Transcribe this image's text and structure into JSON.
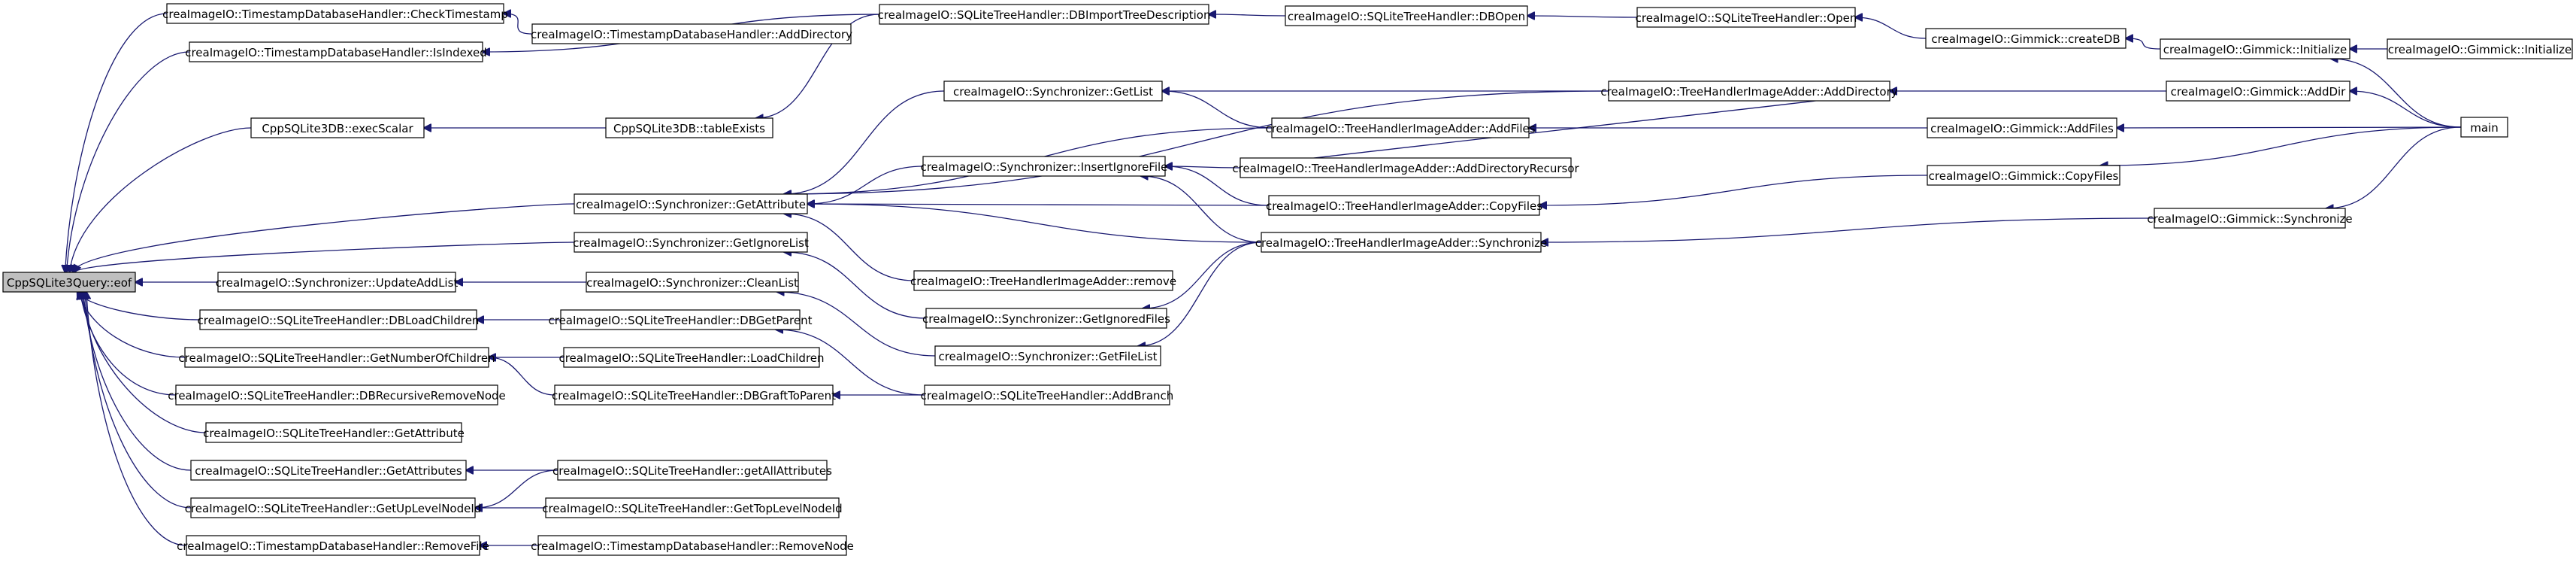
{
  "graph": {
    "nodes": [
      {
        "id": "eof",
        "label": "CppSQLite3Query::eof",
        "root": true
      },
      {
        "id": "checkTimestamp",
        "label": "creaImageIO::TimestampDatabaseHandler::CheckTimestamp"
      },
      {
        "id": "tsAddDirectory",
        "label": "creaImageIO::TimestampDatabaseHandler::AddDirectory"
      },
      {
        "id": "isIndexed",
        "label": "creaImageIO::TimestampDatabaseHandler::IsIndexed"
      },
      {
        "id": "execScalar",
        "label": "CppSQLite3DB::execScalar"
      },
      {
        "id": "tableExists",
        "label": "CppSQLite3DB::tableExists"
      },
      {
        "id": "dbImportTree",
        "label": "creaImageIO::SQLiteTreeHandler::DBImportTreeDescription"
      },
      {
        "id": "dbOpen",
        "label": "creaImageIO::SQLiteTreeHandler::DBOpen"
      },
      {
        "id": "open",
        "label": "creaImageIO::SQLiteTreeHandler::Open"
      },
      {
        "id": "createDB",
        "label": "creaImageIO::Gimmick::createDB"
      },
      {
        "id": "gInitialize",
        "label": "creaImageIO::Gimmick::Initialize"
      },
      {
        "id": "gInitialize2",
        "label": "creaImageIO::Gimmick::Initialize"
      },
      {
        "id": "getList",
        "label": "creaImageIO::Synchronizer::GetList"
      },
      {
        "id": "thAddDirectory",
        "label": "creaImageIO::TreeHandlerImageAdder::AddDirectory"
      },
      {
        "id": "addDir",
        "label": "creaImageIO::Gimmick::AddDir"
      },
      {
        "id": "main",
        "label": "main"
      },
      {
        "id": "thAddFiles",
        "label": "creaImageIO::TreeHandlerImageAdder::AddFiles"
      },
      {
        "id": "gAddFiles",
        "label": "creaImageIO::Gimmick::AddFiles"
      },
      {
        "id": "insertIgnore",
        "label": "creaImageIO::Synchronizer::InsertIgnoreFile"
      },
      {
        "id": "addDirRecursor",
        "label": "creaImageIO::TreeHandlerImageAdder::AddDirectoryRecursor"
      },
      {
        "id": "getAttribute",
        "label": "creaImageIO::Synchronizer::GetAttribute"
      },
      {
        "id": "thCopyFiles",
        "label": "creaImageIO::TreeHandlerImageAdder::CopyFiles"
      },
      {
        "id": "gCopyFiles",
        "label": "creaImageIO::Gimmick::CopyFiles"
      },
      {
        "id": "getIgnoreList",
        "label": "creaImageIO::Synchronizer::GetIgnoreList"
      },
      {
        "id": "thSynchronize",
        "label": "creaImageIO::TreeHandlerImageAdder::Synchronize"
      },
      {
        "id": "gSynchronize",
        "label": "creaImageIO::Gimmick::Synchronize"
      },
      {
        "id": "thRemove",
        "label": "creaImageIO::TreeHandlerImageAdder::remove"
      },
      {
        "id": "updateAddList",
        "label": "creaImageIO::Synchronizer::UpdateAddList"
      },
      {
        "id": "cleanList",
        "label": "creaImageIO::Synchronizer::CleanList"
      },
      {
        "id": "getIgnoredFiles",
        "label": "creaImageIO::Synchronizer::GetIgnoredFiles"
      },
      {
        "id": "dbLoadChildren",
        "label": "creaImageIO::SQLiteTreeHandler::DBLoadChildren"
      },
      {
        "id": "dbGetParent",
        "label": "creaImageIO::SQLiteTreeHandler::DBGetParent"
      },
      {
        "id": "getFileList",
        "label": "creaImageIO::Synchronizer::GetFileList"
      },
      {
        "id": "getNumChildren",
        "label": "creaImageIO::SQLiteTreeHandler::GetNumberOfChildren"
      },
      {
        "id": "loadChildren",
        "label": "creaImageIO::SQLiteTreeHandler::LoadChildren"
      },
      {
        "id": "dbRecRemove",
        "label": "creaImageIO::SQLiteTreeHandler::DBRecursiveRemoveNode"
      },
      {
        "id": "dbGraftToParent",
        "label": "creaImageIO::SQLiteTreeHandler::DBGraftToParent"
      },
      {
        "id": "addBranch",
        "label": "creaImageIO::SQLiteTreeHandler::AddBranch"
      },
      {
        "id": "sthGetAttribute",
        "label": "creaImageIO::SQLiteTreeHandler::GetAttribute"
      },
      {
        "id": "getAttributes",
        "label": "creaImageIO::SQLiteTreeHandler::GetAttributes"
      },
      {
        "id": "getAllAttributes",
        "label": "creaImageIO::SQLiteTreeHandler::getAllAttributes"
      },
      {
        "id": "getUpLevel",
        "label": "creaImageIO::SQLiteTreeHandler::GetUpLevelNodeId"
      },
      {
        "id": "getTopLevel",
        "label": "creaImageIO::SQLiteTreeHandler::GetTopLevelNodeId"
      },
      {
        "id": "removeFile",
        "label": "creaImageIO::TimestampDatabaseHandler::RemoveFile"
      },
      {
        "id": "removeNode",
        "label": "creaImageIO::TimestampDatabaseHandler::RemoveNode"
      }
    ],
    "edges": [
      [
        "checkTimestamp",
        "eof"
      ],
      [
        "isIndexed",
        "eof"
      ],
      [
        "execScalar",
        "eof"
      ],
      [
        "getAttribute",
        "eof"
      ],
      [
        "getIgnoreList",
        "eof"
      ],
      [
        "updateAddList",
        "eof"
      ],
      [
        "dbLoadChildren",
        "eof"
      ],
      [
        "getNumChildren",
        "eof"
      ],
      [
        "dbRecRemove",
        "eof"
      ],
      [
        "sthGetAttribute",
        "eof"
      ],
      [
        "getAttributes",
        "eof"
      ],
      [
        "getUpLevel",
        "eof"
      ],
      [
        "removeFile",
        "eof"
      ],
      [
        "tsAddDirectory",
        "checkTimestamp"
      ],
      [
        "dbImportTree",
        "isIndexed"
      ],
      [
        "tableExists",
        "execScalar"
      ],
      [
        "dbImportTree",
        "tableExists"
      ],
      [
        "dbOpen",
        "dbImportTree"
      ],
      [
        "open",
        "dbOpen"
      ],
      [
        "createDB",
        "open"
      ],
      [
        "gInitialize",
        "createDB"
      ],
      [
        "gInitialize2",
        "gInitialize"
      ],
      [
        "main",
        "gInitialize"
      ],
      [
        "thAddDirectory",
        "getList"
      ],
      [
        "thAddFiles",
        "getList"
      ],
      [
        "addDir",
        "thAddDirectory"
      ],
      [
        "main",
        "addDir"
      ],
      [
        "gAddFiles",
        "thAddFiles"
      ],
      [
        "main",
        "gAddFiles"
      ],
      [
        "addDirRecursor",
        "insertIgnore"
      ],
      [
        "thCopyFiles",
        "insertIgnore"
      ],
      [
        "thSynchronize",
        "insertIgnore"
      ],
      [
        "addDirRecursor",
        "thAddDirectory"
      ],
      [
        "gCopyFiles",
        "thCopyFiles"
      ],
      [
        "main",
        "gCopyFiles"
      ],
      [
        "gSynchronize",
        "thSynchronize"
      ],
      [
        "main",
        "gSynchronize"
      ],
      [
        "getList",
        "getAttribute"
      ],
      [
        "thAddDirectory",
        "getAttribute"
      ],
      [
        "thAddFiles",
        "getAttribute"
      ],
      [
        "insertIgnore",
        "getAttribute"
      ],
      [
        "thCopyFiles",
        "getAttribute"
      ],
      [
        "thSynchronize",
        "getAttribute"
      ],
      [
        "thRemove",
        "getAttribute"
      ],
      [
        "getIgnoredFiles",
        "getIgnoreList"
      ],
      [
        "thSynchronize",
        "getIgnoredFiles"
      ],
      [
        "cleanList",
        "updateAddList"
      ],
      [
        "getFileList",
        "cleanList"
      ],
      [
        "thSynchronize",
        "getFileList"
      ],
      [
        "dbGetParent",
        "dbLoadChildren"
      ],
      [
        "loadChildren",
        "getNumChildren"
      ],
      [
        "addBranch",
        "dbGetParent"
      ],
      [
        "dbGraftToParent",
        "getNumChildren"
      ],
      [
        "addBranch",
        "dbGraftToParent"
      ],
      [
        "getAllAttributes",
        "getAttributes"
      ],
      [
        "getAllAttributes",
        "getUpLevel"
      ],
      [
        "getTopLevel",
        "getUpLevel"
      ],
      [
        "removeNode",
        "removeFile"
      ]
    ]
  }
}
